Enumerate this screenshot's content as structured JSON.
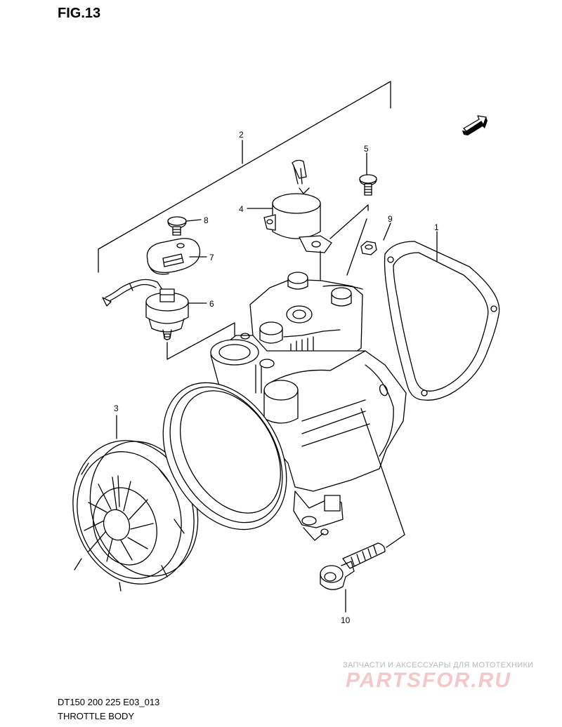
{
  "figure": {
    "title": "FIG.13",
    "model_line": "DT150 200 225 E03_013",
    "part_name": "THROTTLE BODY"
  },
  "callouts": [
    "1",
    "2",
    "3",
    "4",
    "5",
    "6",
    "7",
    "8",
    "9",
    "10"
  ],
  "direction_arrow": {
    "label": "FWD"
  },
  "watermark": {
    "text": "ЗАПЧАСТИ И АКСЕССУАРЫ ДЛЯ МОТОТЕХНИКИ",
    "logo": "PARTSFOR.RU",
    "color": "#f3c8c8"
  }
}
